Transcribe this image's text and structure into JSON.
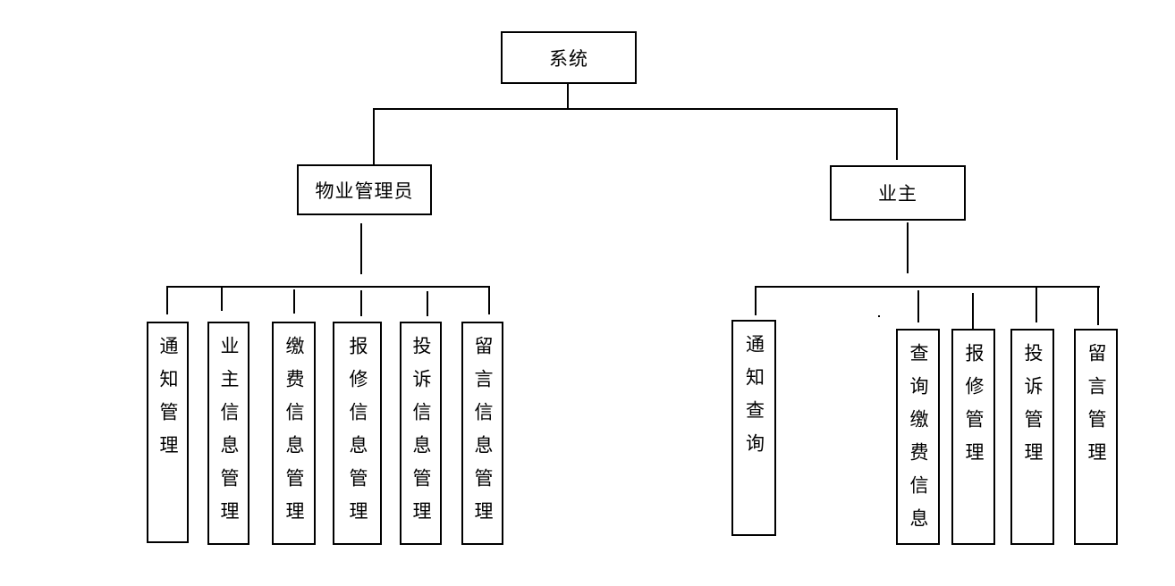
{
  "root": {
    "label": "系统"
  },
  "admin": {
    "label": "物业管理员",
    "children": [
      "通知管理",
      "业主信息管理",
      "缴费信息管理",
      "报修信息管理",
      "投诉信息管理",
      "留言信息管理"
    ]
  },
  "owner": {
    "label": "业主",
    "children": [
      "通知查询",
      "查询缴费信息",
      "报修管理",
      "投诉管理",
      "留言管理"
    ]
  }
}
